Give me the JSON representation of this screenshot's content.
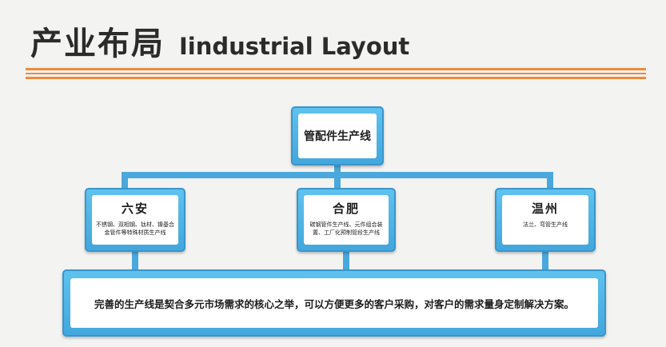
{
  "header": {
    "title_cn": "产业布局",
    "title_en": "Iindustrial Layout"
  },
  "diagram": {
    "root": {
      "label": "管配件生产线"
    },
    "branches": [
      {
        "name": "六安",
        "description": "不锈钢、双相钢、钛材、镍基合金管件等特殊材质生产线"
      },
      {
        "name": "合肥",
        "description": "碳钢管件生产线、元件组合装置、工厂化预制管段生产线"
      },
      {
        "name": "温州",
        "description": "法兰、弯管生产线"
      }
    ],
    "summary": "完善的生产线是契合多元市场需求的核心之举，可以方便更多的客户采购，对客户的需求量身定制解决方案。"
  },
  "colors": {
    "accent_line": "#f08a3c",
    "box_blue": "#4aa8dc",
    "title_text": "#2b2b2b"
  }
}
